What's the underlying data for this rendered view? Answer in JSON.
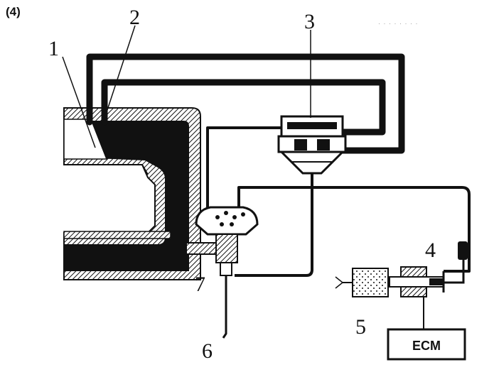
{
  "figure_id": "(4)",
  "faint_text": "· · · · · · · ·",
  "labels": {
    "l1": "1",
    "l2": "2",
    "l3": "3",
    "l4": "4",
    "l5": "5",
    "l6": "6",
    "l7": "7"
  },
  "ecm_box": {
    "label": "ECM"
  },
  "colors": {
    "ink": "#111111",
    "paper": "#ffffff",
    "fluid": "#cfcfcf"
  }
}
